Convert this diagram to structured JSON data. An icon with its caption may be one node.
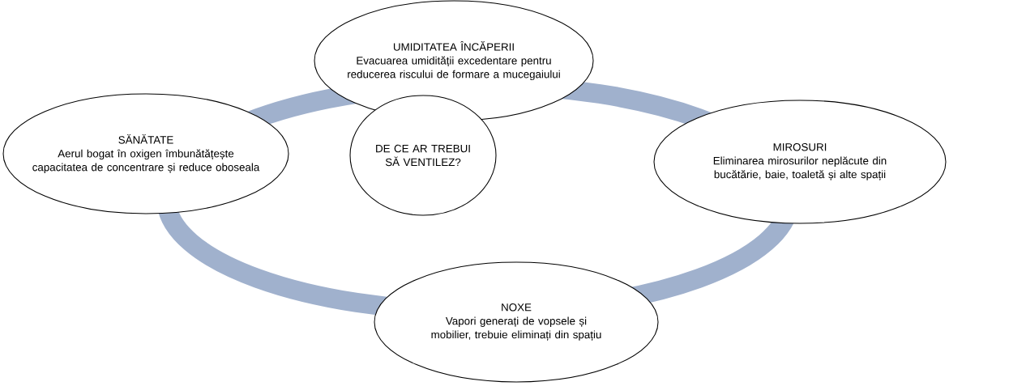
{
  "diagram": {
    "nodes": [
      {
        "text": [
          "UMIDITATEA ÎNCĂPERII",
          "Evacuarea umidității excedentare pentru reducerea riscului de formare a mucegaiului"
        ]
      },
      {
        "text": [
          "SĂNĂTATE",
          "Aerul bogat în oxigen îmbunătățește capacitatea de concentrare și reduce oboseala"
        ]
      },
      {
        "text": [
          "DE CE AR TREBUI SĂ VENTILEZ?"
        ]
      },
      {
        "text": [
          "MIROSURI",
          "Eliminarea mirosurilor neplăcute din bucătărie, baie, toaletă și alte spații"
        ]
      },
      {
        "text": [
          "NOXE",
          "Vapori generați de vopsele și mobilier, trebuie eliminați din spațiu"
        ]
      }
    ]
  }
}
